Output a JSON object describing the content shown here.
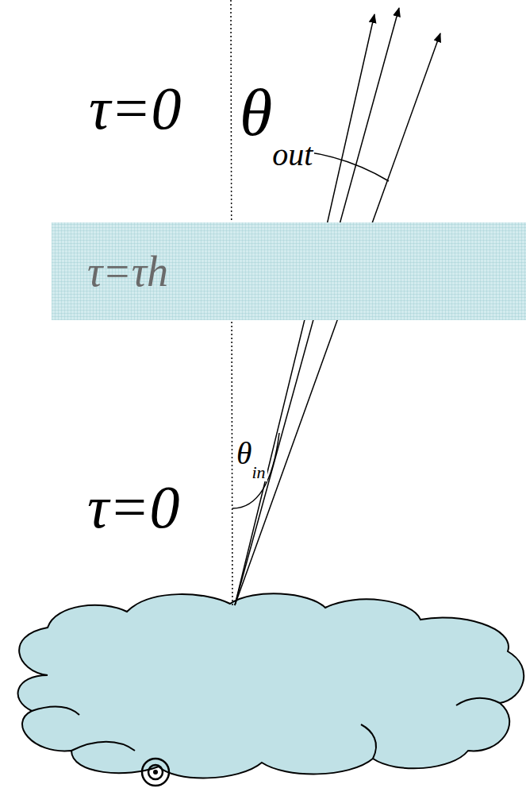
{
  "diagram": {
    "nodes": [
      {
        "text": [
          "τ=τh"
        ]
      }
    ],
    "labels": [
      "τ=0",
      "θout",
      "θin",
      "τ=0"
    ]
  }
}
